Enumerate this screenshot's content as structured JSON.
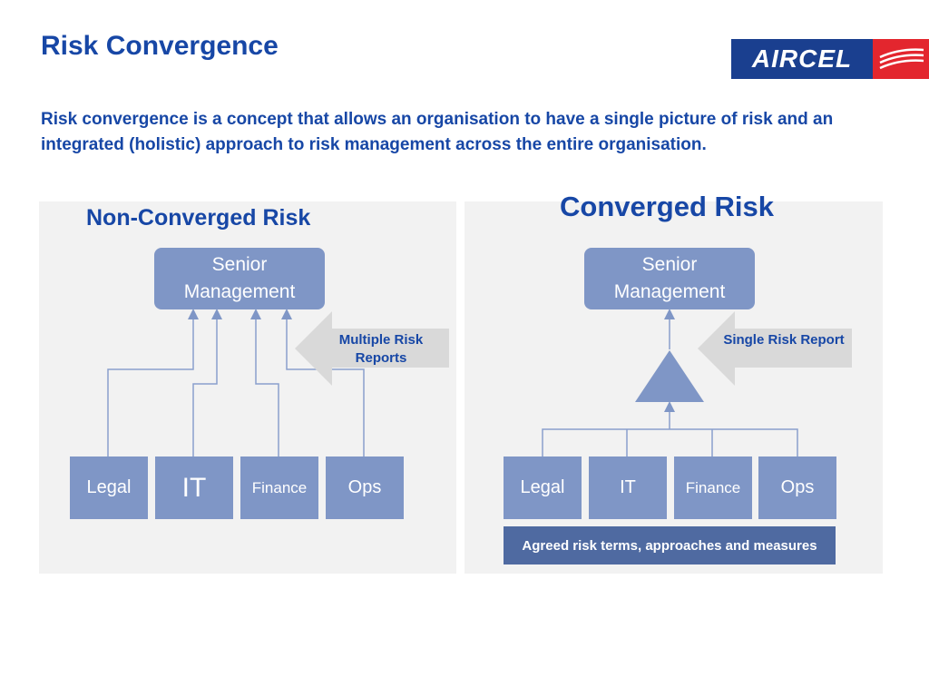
{
  "slide": {
    "title": "Risk Convergence",
    "intro": "Risk convergence is a concept that allows an organisation to have a single picture of risk and an integrated (holistic) approach to risk management across the entire organisation."
  },
  "logo": {
    "text": "AIRCEL"
  },
  "left": {
    "heading": "Non-Converged Risk",
    "senior": "Senior Management",
    "callout": "Multiple Risk Reports",
    "departments": [
      "Legal",
      "IT",
      "Finance",
      "Ops"
    ]
  },
  "right": {
    "heading": "Converged Risk",
    "senior": "Senior Management",
    "callout": "Single Risk Report",
    "departments": [
      "Legal",
      "IT",
      "Finance",
      "Ops"
    ],
    "agreed": "Agreed risk terms, approaches and measures"
  },
  "colors": {
    "title_blue": "#1747a6",
    "box_fill": "#7f96c6",
    "agreed_fill": "#4f6aa1",
    "panel_bg": "#f2f2f2",
    "logo_blue": "#1a3f8f",
    "logo_red": "#e3262e"
  }
}
